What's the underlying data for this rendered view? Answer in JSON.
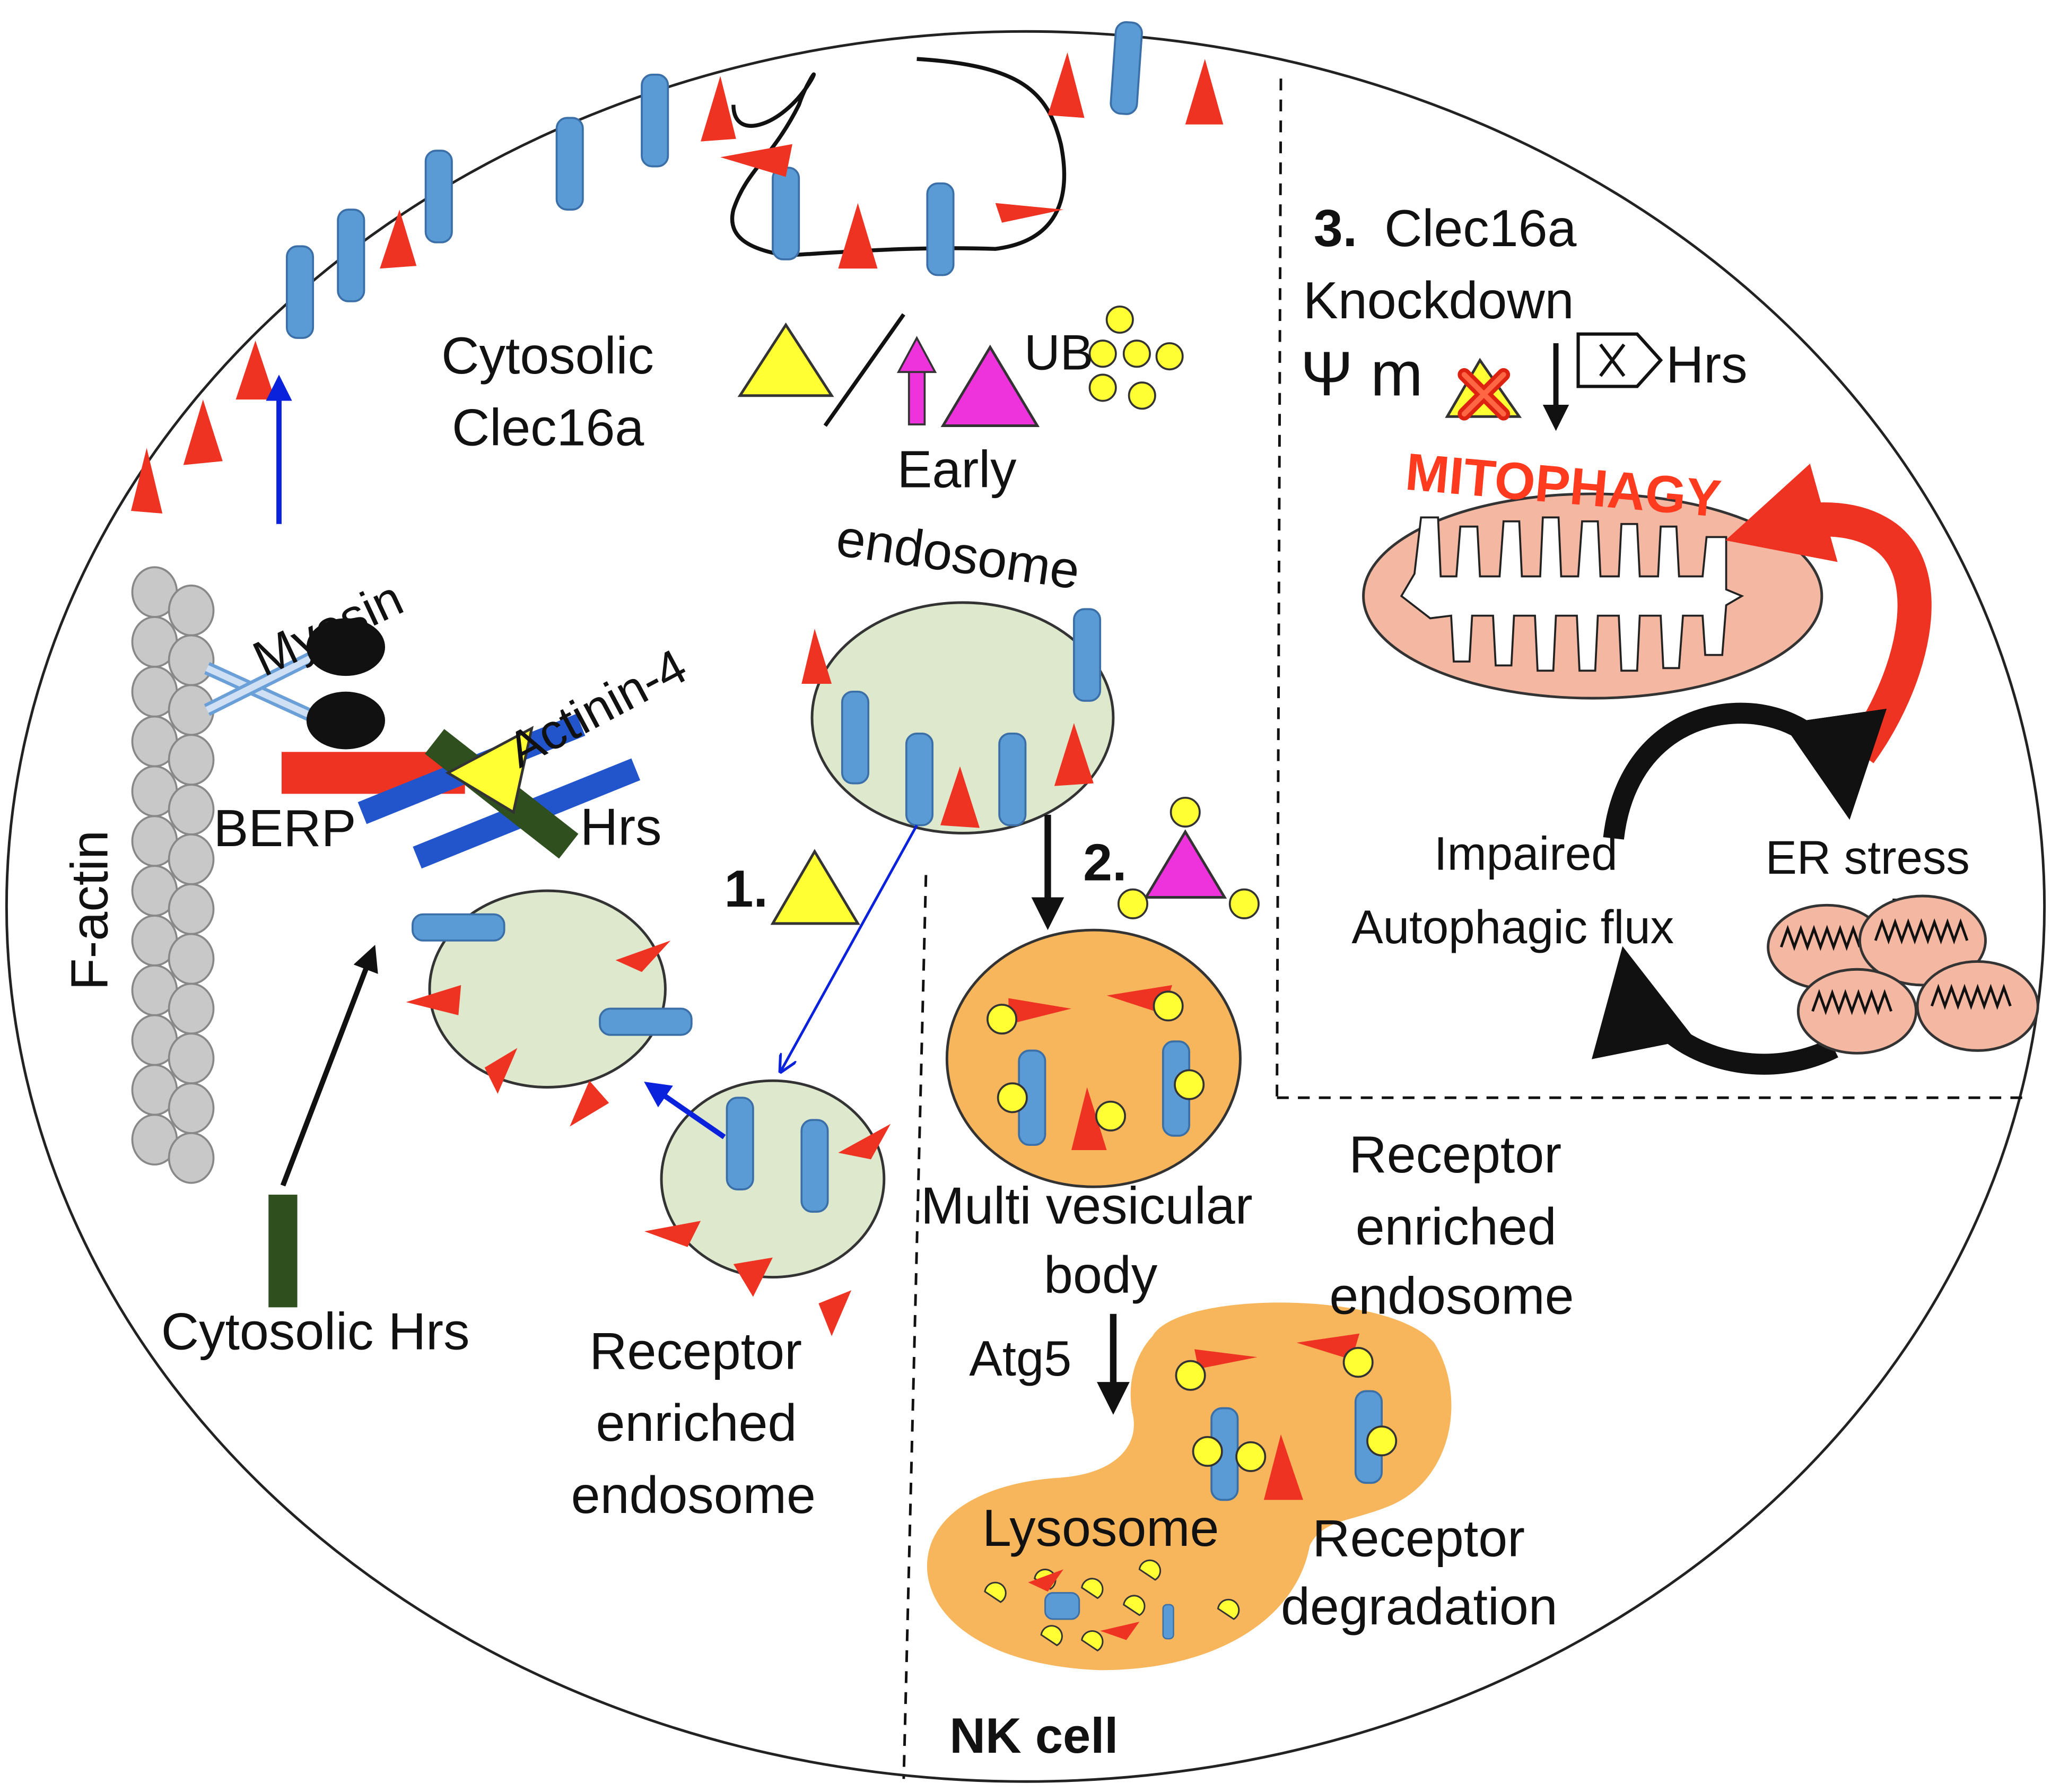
{
  "labels": {
    "cytosolic_clec16a_1": "Cytosolic",
    "cytosolic_clec16a_2": "Clec16a",
    "ub": "UB",
    "early_1": "Early",
    "early_2": "endosome",
    "myosin": "Myosin",
    "actinin": "Actinin-4",
    "berp": "BERP",
    "hrs": "Hrs",
    "factin": "F-actin",
    "step1": "1.",
    "step2": "2.",
    "step3_num": "3.",
    "step3_1": "Clec16a",
    "step3_2": "Knockdown",
    "psi": "Ψ m",
    "hrs_ko": "Hrs",
    "mitophagy": "MITOPHAGY",
    "impaired_1": "Impaired",
    "impaired_2": "Autophagic flux",
    "er_stress": "ER stress",
    "mvb_1": "Multi vesicular",
    "mvb_2": "body",
    "ree_left_1": "Receptor",
    "ree_left_2": "enriched",
    "ree_left_3": "endosome",
    "ree_right_1": "Receptor",
    "ree_right_2": "enriched",
    "ree_right_3": "endosome",
    "cytosolic_hrs": "Cytosolic Hrs",
    "atg5": "Atg5",
    "lysosome": "Lysosome",
    "degradation_1": "Receptor",
    "degradation_2": "degradation",
    "nk_cell": "NK cell"
  },
  "colors": {
    "receptor_blue": "#5b9bd5",
    "ligand_red": "#ee3322",
    "clec16a_yellow": "#ffff33",
    "ub_magenta": "#ee33dd",
    "endosome_green": "#dde8cc",
    "mvb_orange": "#f7b65c",
    "mito_pink": "#f4b8a2",
    "hrs_darkgreen": "#2f4f1f",
    "berp_red": "#ee3322",
    "actinin_blue": "#2255cc",
    "arrow_blue": "#0b22dd",
    "mitophagy_red": "#ff3b1f"
  }
}
